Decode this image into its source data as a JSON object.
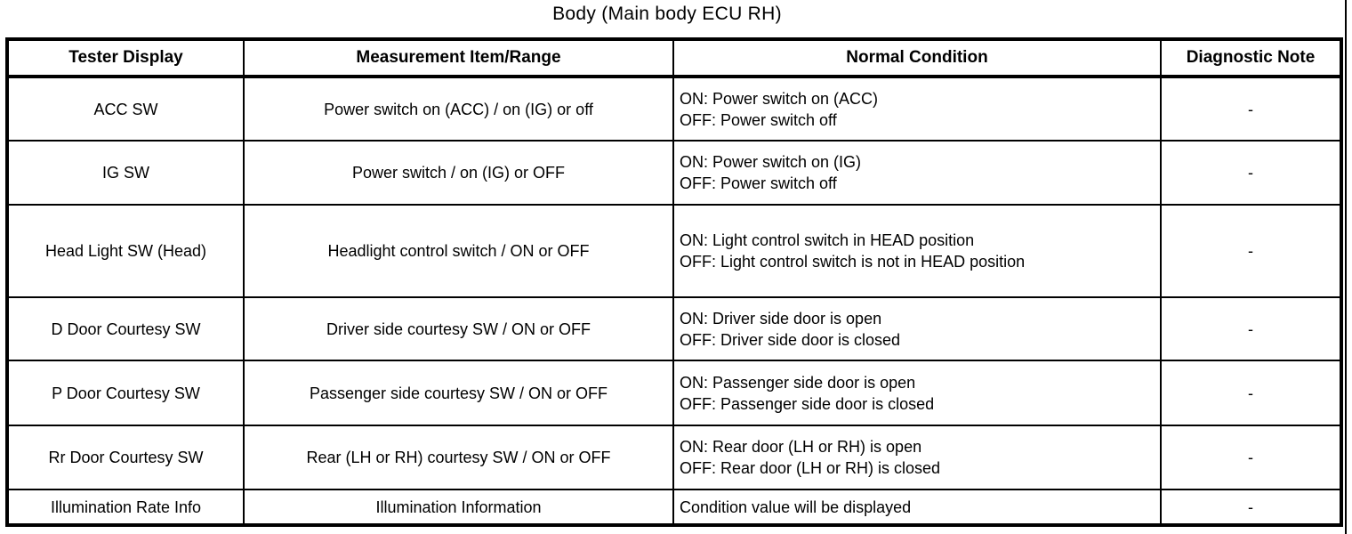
{
  "title": "Body (Main body ECU RH)",
  "table": {
    "headers": {
      "tester_display": "Tester Display",
      "measurement": "Measurement Item/Range",
      "normal_condition": "Normal Condition",
      "diagnostic_note": "Diagnostic Note"
    },
    "rows": [
      {
        "tester_display": "ACC SW",
        "measurement": "Power switch on (ACC) / on (IG) or off",
        "normal_condition": [
          "ON: Power switch on (ACC)",
          "OFF: Power switch off"
        ],
        "diagnostic_note": "-"
      },
      {
        "tester_display": "IG SW",
        "measurement": "Power switch / on (IG) or OFF",
        "normal_condition": [
          "ON: Power switch on (IG)",
          "OFF: Power switch off"
        ],
        "diagnostic_note": "-"
      },
      {
        "tester_display": "Head Light SW (Head)",
        "measurement": "Headlight control switch / ON or OFF",
        "normal_condition": [
          "ON: Light control switch in HEAD position",
          "OFF: Light control switch is not in HEAD position"
        ],
        "diagnostic_note": "-"
      },
      {
        "tester_display": "D Door Courtesy SW",
        "measurement": "Driver side courtesy SW / ON or OFF",
        "normal_condition": [
          "ON: Driver side door is open",
          "OFF: Driver side door is closed"
        ],
        "diagnostic_note": "-"
      },
      {
        "tester_display": "P Door Courtesy SW",
        "measurement": "Passenger side courtesy SW / ON or OFF",
        "normal_condition": [
          "ON: Passenger side door is open",
          "OFF: Passenger side door is closed"
        ],
        "diagnostic_note": "-"
      },
      {
        "tester_display": "Rr Door Courtesy SW",
        "measurement": "Rear (LH or RH) courtesy SW / ON or OFF",
        "normal_condition": [
          "ON: Rear door (LH or RH) is open",
          "OFF: Rear door (LH or RH) is closed"
        ],
        "diagnostic_note": "-"
      },
      {
        "tester_display": "Illumination Rate Info",
        "measurement": "Illumination Information",
        "normal_condition": [
          "Condition value will be displayed"
        ],
        "diagnostic_note": "-"
      }
    ]
  }
}
